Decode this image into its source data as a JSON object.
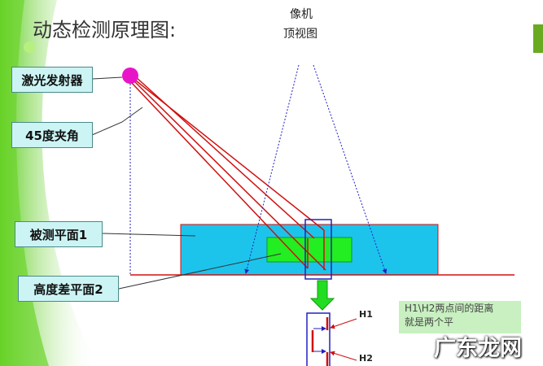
{
  "title": "动态检测原理图:",
  "camera": {
    "line1": "像机",
    "line2": "顶视图"
  },
  "labels": {
    "laser": "激光发射器",
    "angle": "45度夹角",
    "plane1": "被测平面1",
    "plane2": "高度差平面2"
  },
  "detail": {
    "h1": "H1",
    "h2": "H2"
  },
  "note": {
    "line1": "H1\\H2两点间的距离",
    "line2": "就是两个平"
  },
  "watermark": "广东龙网",
  "colors": {
    "laser": "#e815c8",
    "beam": "#d01010",
    "plane": "#1cc4ec",
    "inner": "#22ee22",
    "frame": "#2020c0"
  }
}
